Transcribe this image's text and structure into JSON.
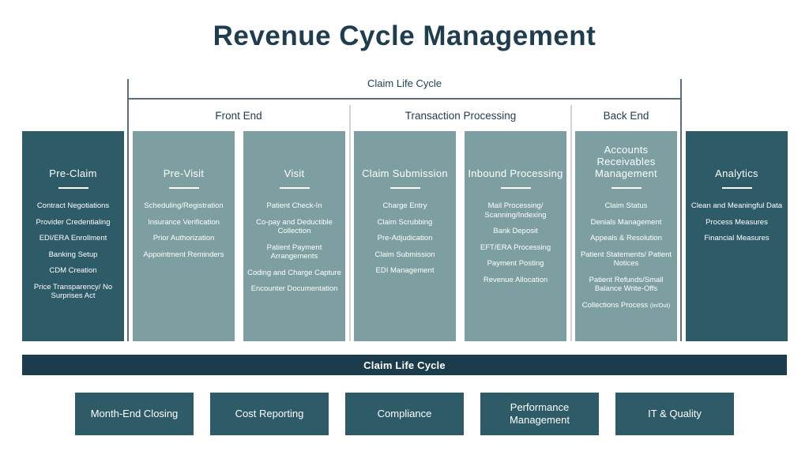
{
  "page": {
    "title": "Revenue Cycle Management"
  },
  "colors": {
    "dark_teal_box": "#2e5b68",
    "light_sage_box": "#7d9fa1",
    "bottom_bar": "#1b3c4c",
    "heading_text": "#1e3d4f",
    "bracket_line": "#5b6d77",
    "light_divider_line": "#cdd3d6"
  },
  "bracket": {
    "label": "Claim Life Cycle"
  },
  "sections": [
    {
      "label": "Front End"
    },
    {
      "label": "Transaction Processing"
    },
    {
      "label": "Back End"
    }
  ],
  "columns": [
    {
      "title": "Pre-Claim",
      "theme": "dark",
      "items": [
        "Contract Negotiations",
        "Provider Credentialing",
        "EDI/ERA Enrollment",
        "Banking Setup",
        "CDM Creation",
        "Price Transparency/ No Surprises Act"
      ]
    },
    {
      "title": "Pre-Visit",
      "theme": "light",
      "items": [
        "Scheduling/Registration",
        "Insurance Verification",
        "Prior Authorization",
        "Appointment Reminders"
      ]
    },
    {
      "title": "Visit",
      "theme": "light",
      "items": [
        "Patient Check-In",
        "Co-pay and Deductible Collection",
        "Patient Payment Arrangements",
        "Coding and Charge Capture",
        "Encounter Documentation"
      ]
    },
    {
      "title": "Claim Submission",
      "theme": "light",
      "items": [
        "Charge Entry",
        "Claim Scrubbing",
        "Pre-Adjudication",
        "Claim Submission",
        "EDI Management"
      ]
    },
    {
      "title": "Inbound Processing",
      "theme": "light",
      "items": [
        "Mail Processing/ Scanning/Indexing",
        "Bank Deposit",
        "EFT/ERA Processing",
        "Payment Posting",
        "Revenue Allocation"
      ]
    },
    {
      "title": "Accounts Receivables Management",
      "theme": "light",
      "items": [
        "Claim Status",
        "Denials Management",
        "Appeals & Resolution",
        "Patient Statements/ Patient Notices",
        "Patient Refunds/Small Balance Write-Offs",
        "Collections Process"
      ],
      "items_suffix": "(In/Out)"
    },
    {
      "title": "Analytics",
      "theme": "dark",
      "items": [
        "Clean and Meaningful Data",
        "Process Measures",
        "Financial Measures"
      ]
    }
  ],
  "bottom_bar": {
    "label": "Claim Life Cycle"
  },
  "bottom_boxes": [
    {
      "label": "Month-End Closing"
    },
    {
      "label": "Cost Reporting"
    },
    {
      "label": "Compliance"
    },
    {
      "label": "Performance Management"
    },
    {
      "label": "IT & Quality"
    }
  ]
}
